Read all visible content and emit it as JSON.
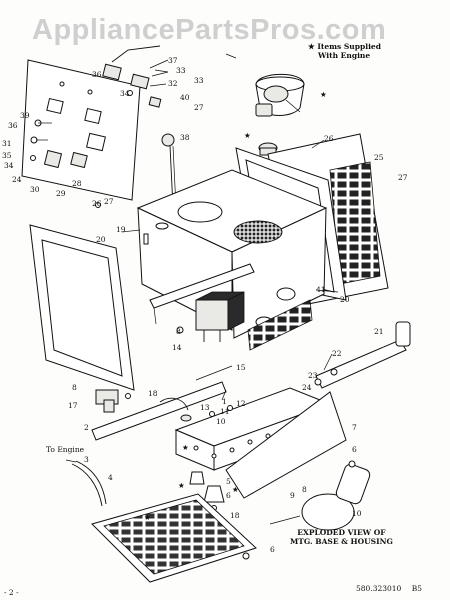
{
  "watermark": "AppliancePartsPros.com",
  "legend": {
    "symbol": "★",
    "line1": "Items Supplied",
    "line2": "With Engine"
  },
  "caption": {
    "line1": "EXPLODED VIEW OF",
    "line2": "MTG. BASE & HOUSING"
  },
  "footer": {
    "page": "- 2 -",
    "code": "580.323010",
    "rev": "B5"
  },
  "labels": {
    "to_engine": "To Engine",
    "l1": "1",
    "l2": "2",
    "l3": "3",
    "l4": "4",
    "l5": "5",
    "l6": "6",
    "l7": "7",
    "l8": "8",
    "l9": "9",
    "l10": "10",
    "l11": "11",
    "l12": "12",
    "l13": "13",
    "l14": "14",
    "l15": "15",
    "l17": "17",
    "l18": "18",
    "l19": "19",
    "l20": "20",
    "l21": "21",
    "l22": "22",
    "l23": "23",
    "l24": "24",
    "l25": "25",
    "l26": "26",
    "l27": "27",
    "l28": "28",
    "l29": "29",
    "l30": "30",
    "l31": "31",
    "l32": "32",
    "l33": "33",
    "l34": "34",
    "l35": "35",
    "l36": "36",
    "l37": "37",
    "l38": "38",
    "l39": "39",
    "l40": "40",
    "l41": "41"
  }
}
